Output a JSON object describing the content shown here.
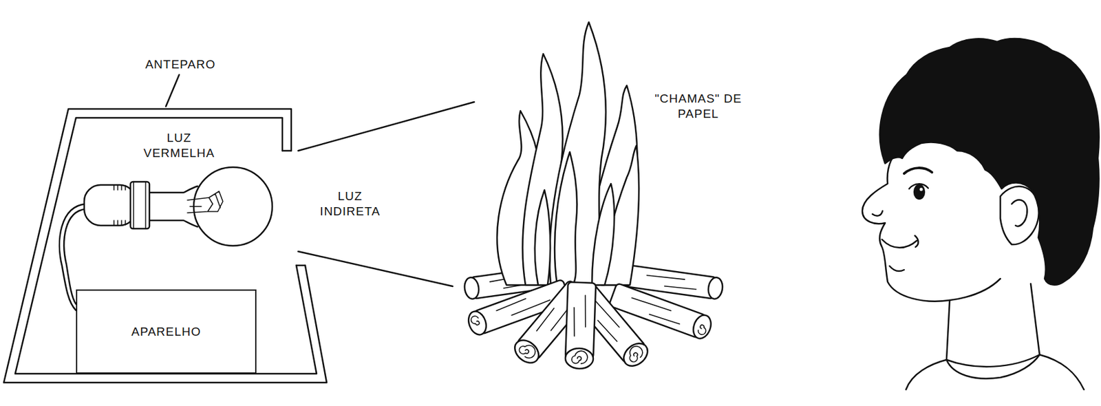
{
  "diagram": {
    "nodes": [
      {
        "text": [
          "APARELHO"
        ]
      }
    ],
    "labels": [
      "ANTEPARO",
      "LUZ VERMELHA",
      "LUZ INDIRETA",
      "\"CHAMAS\" DE PAPEL"
    ]
  }
}
